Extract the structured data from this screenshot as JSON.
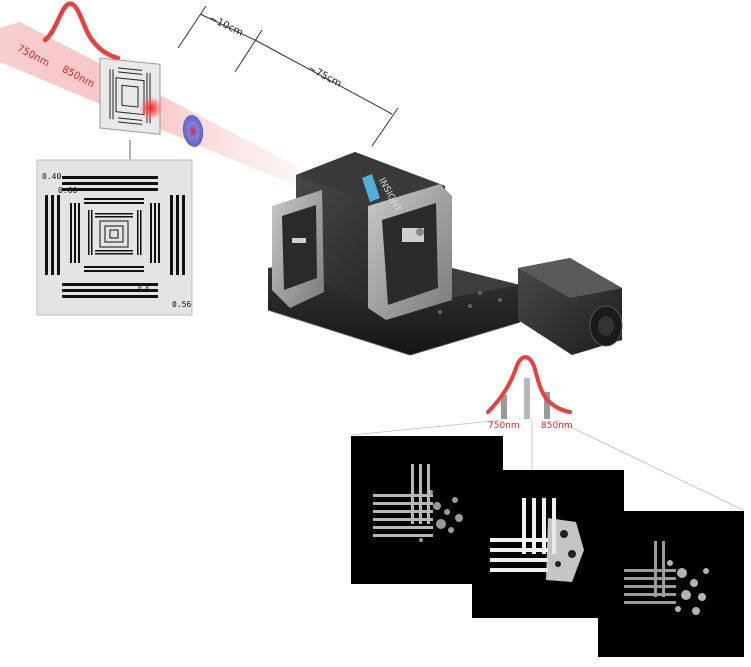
{
  "labels": {
    "wl_short_top": "750nm",
    "wl_long_top": "850nm",
    "dist_short": "~10cm",
    "dist_long": "~75cm",
    "wl_short_bottom": "750nm",
    "wl_long_bottom": "850nm",
    "camera_brand": "INSIGHT",
    "target_tags": [
      "0.40",
      "0.60",
      "0.56",
      "0.8"
    ]
  },
  "colors": {
    "spectrum": "#e8403d",
    "beam": "#f08a8a",
    "lens": "#7a80d8",
    "camera_body": "#2c2c2c",
    "frame": "#a9a9a9"
  }
}
